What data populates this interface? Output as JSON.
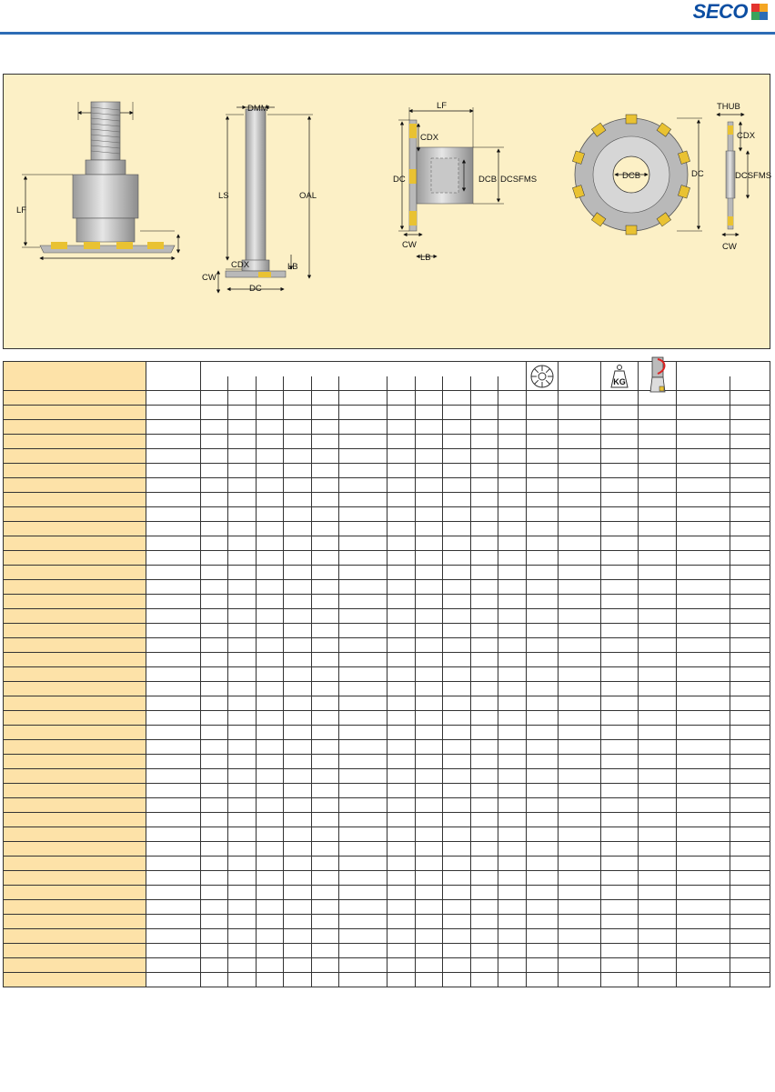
{
  "brand": {
    "logo_text": "SECO",
    "colors": {
      "blue": "#0c4ea2",
      "sq1": "#e3342f",
      "sq2": "#f5a623",
      "sq3": "#3aa35c",
      "sq4": "#2d6cb5"
    }
  },
  "diagram": {
    "fig1": {
      "lf": "LF"
    },
    "fig2": {
      "dmm": "DMM",
      "ls": "LS",
      "oal": "OAL",
      "cdx": "CDX",
      "lb": "LB",
      "cw": "CW",
      "dc": "DC"
    },
    "fig3": {
      "lf": "LF",
      "cdx": "CDX",
      "dc": "DC",
      "dcb": "DCB",
      "dcsfms": "DCSFMS",
      "cw": "CW",
      "lb": "LB"
    },
    "fig4": {
      "dcb": "DCB",
      "dc": "DC",
      "thub": "THUB",
      "cdx": "CDX",
      "dcsfms": "DCSFMS",
      "cw": "CW"
    }
  },
  "table": {
    "row_count": 41,
    "icons": [
      "saw-blade-icon",
      "weight-kg-icon",
      "coolant-tool-icon"
    ],
    "kg_label": "KG",
    "colors": {
      "designation_fill": "#fde2a8",
      "panel_fill": "#fcf0c6"
    }
  }
}
